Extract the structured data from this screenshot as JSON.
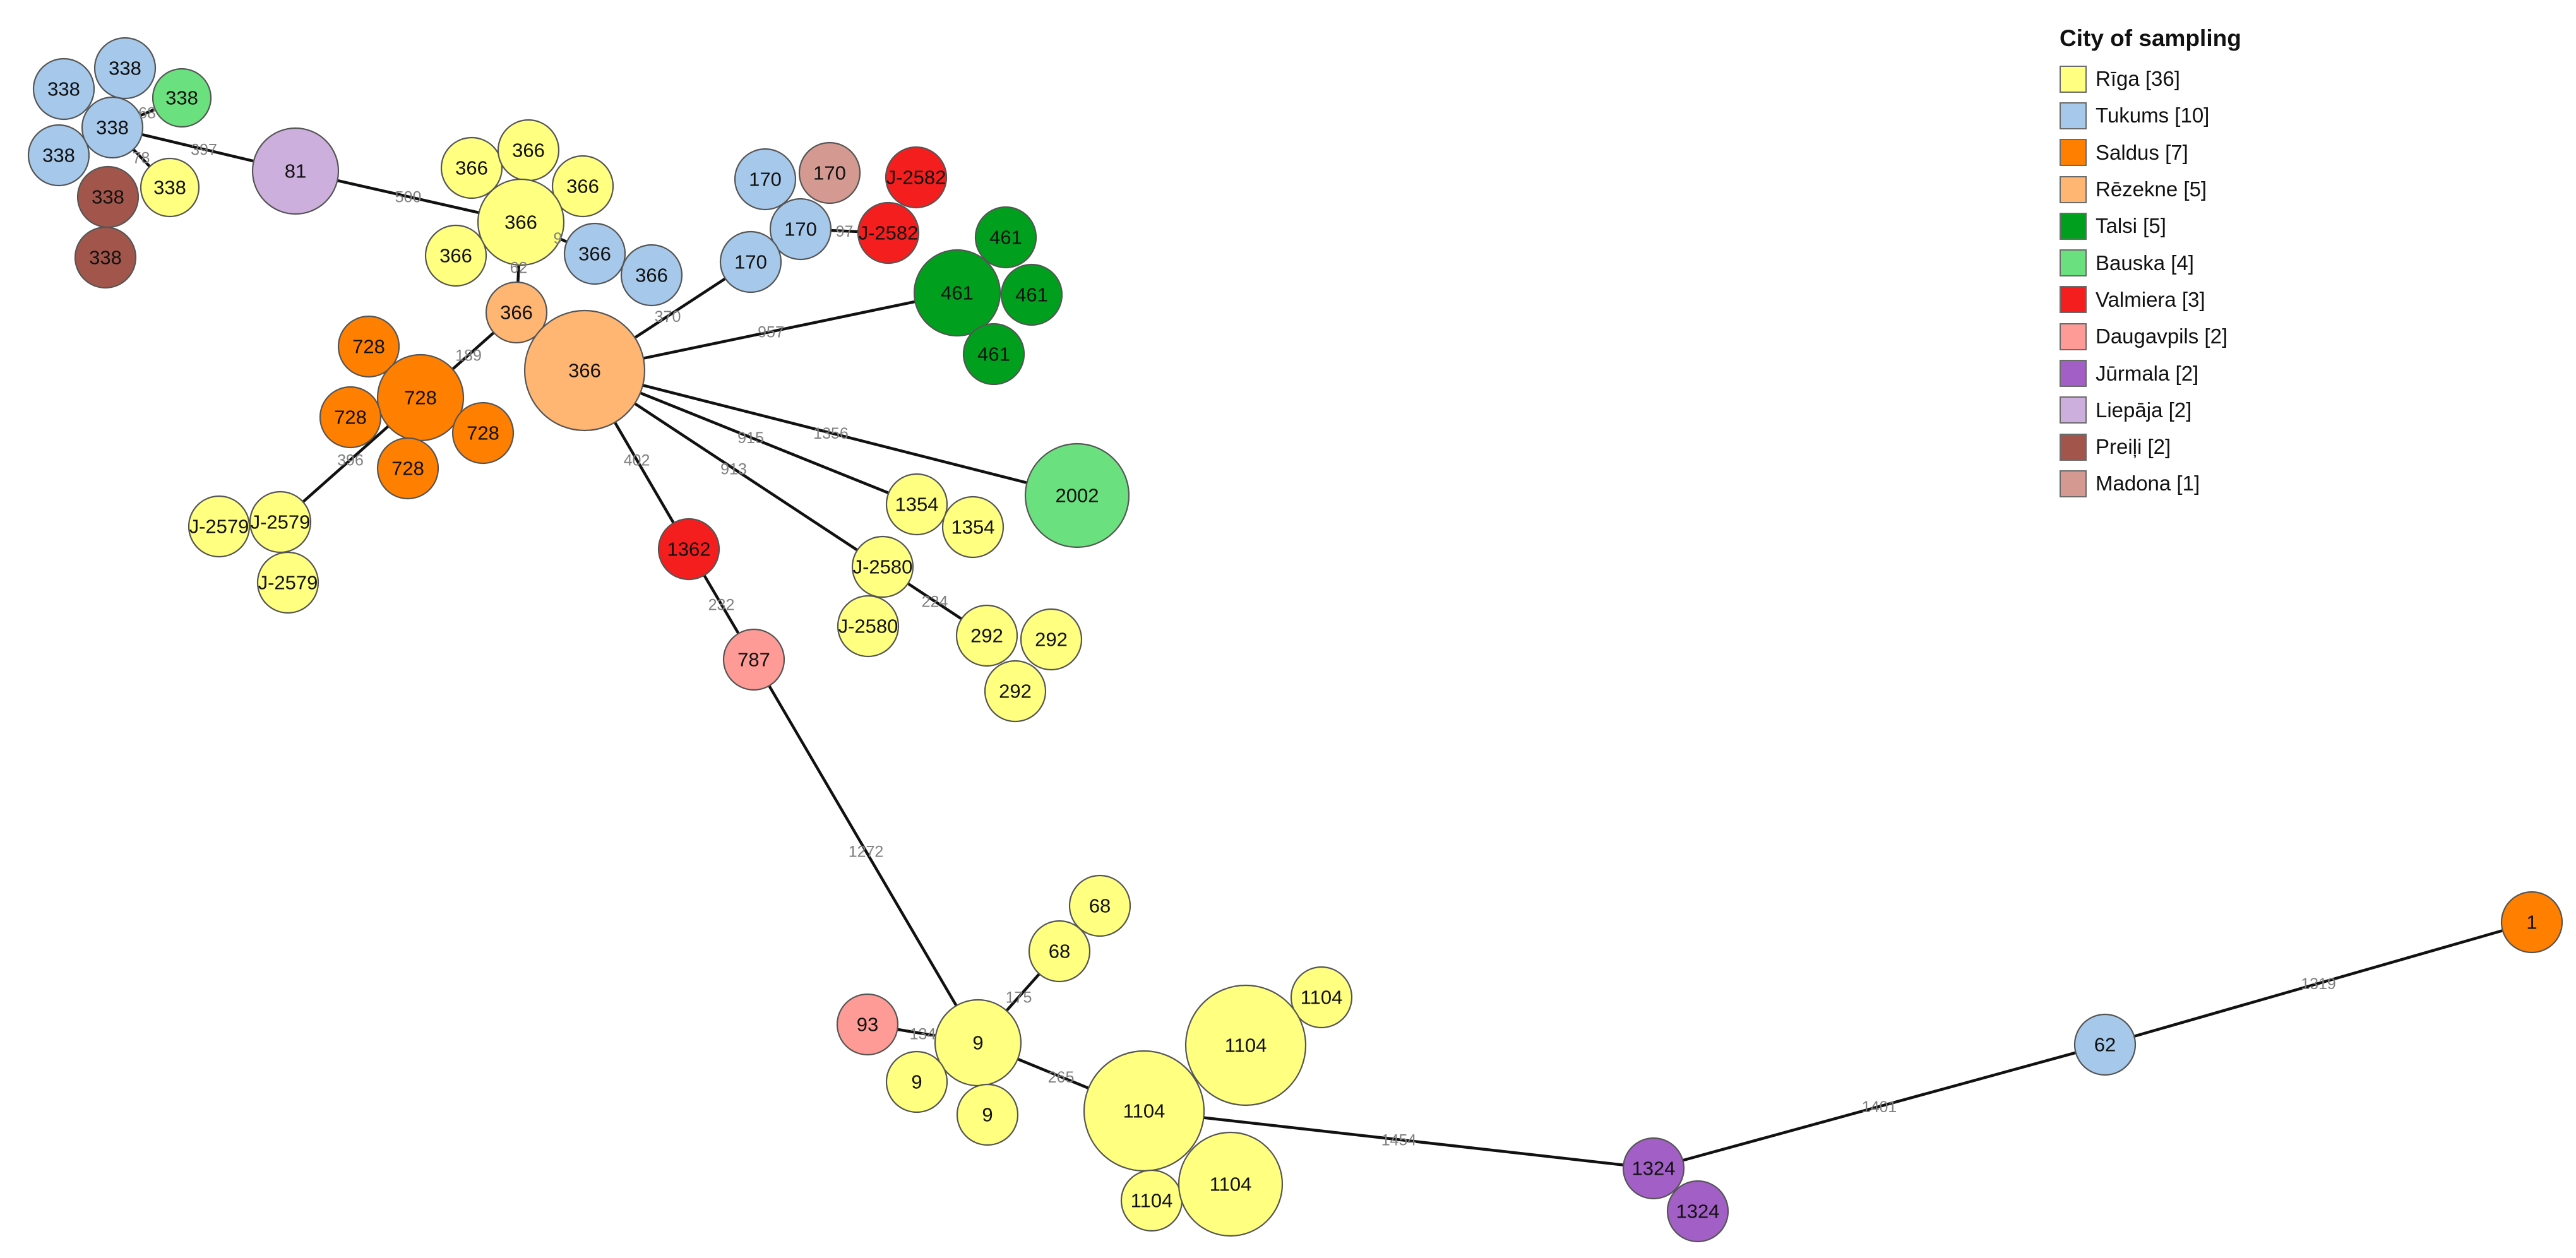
{
  "legend": {
    "title": "City of sampling",
    "items": [
      {
        "key": "riga",
        "label": "Rīga [36]",
        "color": "#ffff80"
      },
      {
        "key": "tukums",
        "label": "Tukums [10]",
        "color": "#a6c8ea"
      },
      {
        "key": "saldus",
        "label": "Saldus [7]",
        "color": "#ff7f00"
      },
      {
        "key": "rezekne",
        "label": "Rēzekne [5]",
        "color": "#ffb673"
      },
      {
        "key": "talsi",
        "label": "Talsi [5]",
        "color": "#00a01e"
      },
      {
        "key": "bauska",
        "label": "Bauska [4]",
        "color": "#6be07f"
      },
      {
        "key": "valmiera",
        "label": "Valmiera [3]",
        "color": "#f51e1e"
      },
      {
        "key": "daugavpils",
        "label": "Daugavpils [2]",
        "color": "#ff9b96"
      },
      {
        "key": "jurmala",
        "label": "Jūrmala [2]",
        "color": "#a25fc6"
      },
      {
        "key": "liepaja",
        "label": "Liepāja [2]",
        "color": "#ccafdc"
      },
      {
        "key": "preili",
        "label": "Preiļi [2]",
        "color": "#a2564b"
      },
      {
        "key": "madona",
        "label": "Madona [1]",
        "color": "#d49a91"
      }
    ]
  },
  "nodes": [
    {
      "id": "n338a",
      "label": "338",
      "city": "tukums"
    },
    {
      "id": "n338b",
      "label": "338",
      "city": "tukums"
    },
    {
      "id": "n338c",
      "label": "338",
      "city": "bauska"
    },
    {
      "id": "n338d",
      "label": "338",
      "city": "tukums"
    },
    {
      "id": "n338e",
      "label": "338",
      "city": "tukums"
    },
    {
      "id": "n338f",
      "label": "338",
      "city": "preili"
    },
    {
      "id": "n338g",
      "label": "338",
      "city": "riga"
    },
    {
      "id": "n338h",
      "label": "338",
      "city": "preili"
    },
    {
      "id": "n81",
      "label": "81",
      "city": "liepaja"
    },
    {
      "id": "n366a",
      "label": "366",
      "city": "riga"
    },
    {
      "id": "n366b",
      "label": "366",
      "city": "riga"
    },
    {
      "id": "n366c",
      "label": "366",
      "city": "riga"
    },
    {
      "id": "n366d",
      "label": "366",
      "city": "riga"
    },
    {
      "id": "n366e",
      "label": "366",
      "city": "riga"
    },
    {
      "id": "n366f",
      "label": "366",
      "city": "tukums"
    },
    {
      "id": "n366g",
      "label": "366",
      "city": "tukums"
    },
    {
      "id": "n366h",
      "label": "366",
      "city": "rezekne"
    },
    {
      "id": "n366main",
      "label": "366",
      "city": "rezekne"
    },
    {
      "id": "n170a",
      "label": "170",
      "city": "tukums"
    },
    {
      "id": "n170b",
      "label": "170",
      "city": "madona"
    },
    {
      "id": "n170c",
      "label": "170",
      "city": "tukums"
    },
    {
      "id": "n170d",
      "label": "170",
      "city": "tukums"
    },
    {
      "id": "nJ2582a",
      "label": "J-2582",
      "city": "valmiera"
    },
    {
      "id": "nJ2582b",
      "label": "J-2582",
      "city": "valmiera"
    },
    {
      "id": "n461main",
      "label": "461",
      "city": "talsi"
    },
    {
      "id": "n461b",
      "label": "461",
      "city": "talsi"
    },
    {
      "id": "n461c",
      "label": "461",
      "city": "talsi"
    },
    {
      "id": "n461d",
      "label": "461",
      "city": "talsi"
    },
    {
      "id": "n728a",
      "label": "728",
      "city": "saldus"
    },
    {
      "id": "n728main",
      "label": "728",
      "city": "saldus"
    },
    {
      "id": "n728c",
      "label": "728",
      "city": "saldus"
    },
    {
      "id": "n728d",
      "label": "728",
      "city": "saldus"
    },
    {
      "id": "n728e",
      "label": "728",
      "city": "saldus"
    },
    {
      "id": "nJ2579a",
      "label": "J-2579",
      "city": "riga"
    },
    {
      "id": "nJ2579b",
      "label": "J-2579",
      "city": "riga"
    },
    {
      "id": "nJ2579c",
      "label": "J-2579",
      "city": "riga"
    },
    {
      "id": "n2002",
      "label": "2002",
      "city": "bauska"
    },
    {
      "id": "n1354a",
      "label": "1354",
      "city": "riga"
    },
    {
      "id": "n1354b",
      "label": "1354",
      "city": "riga"
    },
    {
      "id": "nJ2580a",
      "label": "J-2580",
      "city": "riga"
    },
    {
      "id": "nJ2580b",
      "label": "J-2580",
      "city": "riga"
    },
    {
      "id": "n292a",
      "label": "292",
      "city": "riga"
    },
    {
      "id": "n292b",
      "label": "292",
      "city": "riga"
    },
    {
      "id": "n292c",
      "label": "292",
      "city": "riga"
    },
    {
      "id": "n1362",
      "label": "1362",
      "city": "valmiera"
    },
    {
      "id": "n787",
      "label": "787",
      "city": "daugavpils"
    },
    {
      "id": "n68a",
      "label": "68",
      "city": "riga"
    },
    {
      "id": "n68b",
      "label": "68",
      "city": "riga"
    },
    {
      "id": "n93",
      "label": "93",
      "city": "daugavpils"
    },
    {
      "id": "n9main",
      "label": "9",
      "city": "riga"
    },
    {
      "id": "n9b",
      "label": "9",
      "city": "riga"
    },
    {
      "id": "n9c",
      "label": "9",
      "city": "riga"
    },
    {
      "id": "n1104a",
      "label": "1104",
      "city": "riga"
    },
    {
      "id": "n1104b",
      "label": "1104",
      "city": "riga"
    },
    {
      "id": "n1104main",
      "label": "1104",
      "city": "riga"
    },
    {
      "id": "n1104d",
      "label": "1104",
      "city": "riga"
    },
    {
      "id": "n1104e",
      "label": "1104",
      "city": "riga"
    },
    {
      "id": "n1324a",
      "label": "1324",
      "city": "jurmala"
    },
    {
      "id": "n1324b",
      "label": "1324",
      "city": "jurmala"
    },
    {
      "id": "n62",
      "label": "62",
      "city": "tukums"
    },
    {
      "id": "n1",
      "label": "1",
      "city": "saldus"
    }
  ],
  "edges": [
    {
      "from": "n338e",
      "to": "n338c",
      "label": "68"
    },
    {
      "from": "n338e",
      "to": "n338g",
      "label": "78"
    },
    {
      "from": "n338e",
      "to": "n81",
      "label": "397"
    },
    {
      "from": "n81",
      "to": "n366e",
      "label": "500"
    },
    {
      "from": "n366e",
      "to": "n366h",
      "label": "62"
    },
    {
      "from": "n366e",
      "to": "n366f",
      "label": "9"
    },
    {
      "from": "n366h",
      "to": "n728main",
      "label": "189"
    },
    {
      "from": "n728main",
      "to": "nJ2579b",
      "label": "396"
    },
    {
      "from": "n366main",
      "to": "n170d",
      "label": "370"
    },
    {
      "from": "n170c",
      "to": "nJ2582b",
      "label": "97"
    },
    {
      "from": "n366main",
      "to": "n461main",
      "label": "957"
    },
    {
      "from": "n366main",
      "to": "n2002",
      "label": "1356"
    },
    {
      "from": "n366main",
      "to": "n1354a",
      "label": "915"
    },
    {
      "from": "n366main",
      "to": "nJ2580a",
      "label": "913"
    },
    {
      "from": "nJ2580a",
      "to": "n292a",
      "label": "224"
    },
    {
      "from": "n366main",
      "to": "n1362",
      "label": "402"
    },
    {
      "from": "n1362",
      "to": "n787",
      "label": "232"
    },
    {
      "from": "n787",
      "to": "n9main",
      "label": "1272"
    },
    {
      "from": "n9main",
      "to": "n68b",
      "label": "175"
    },
    {
      "from": "n9main",
      "to": "n93",
      "label": "134"
    },
    {
      "from": "n9main",
      "to": "n1104main",
      "label": "265"
    },
    {
      "from": "n1104main",
      "to": "n1324a",
      "label": "1454"
    },
    {
      "from": "n1324a",
      "to": "n62",
      "label": "1401"
    },
    {
      "from": "n62",
      "to": "n1",
      "label": "1319"
    }
  ]
}
